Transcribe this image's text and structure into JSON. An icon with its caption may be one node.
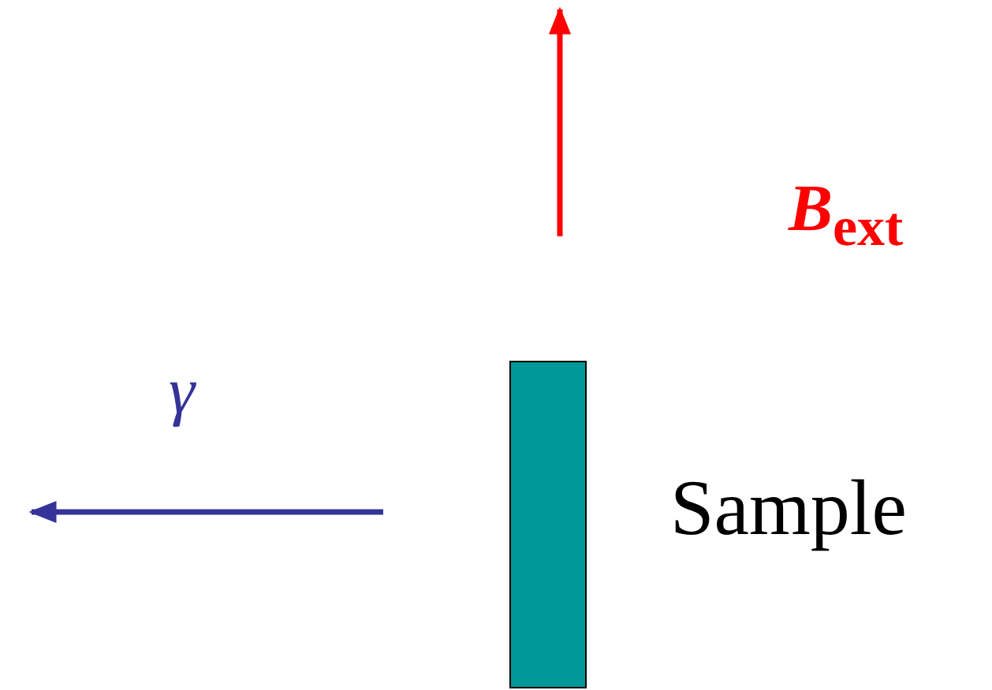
{
  "diagram": {
    "nodes": [
      {
        "text": [],
        "shape": "box",
        "beside": [
          "Sample"
        ]
      }
    ],
    "edges": [],
    "labels": [
      "*B*$_{ext}$",
      "γ"
    ]
  }
}
